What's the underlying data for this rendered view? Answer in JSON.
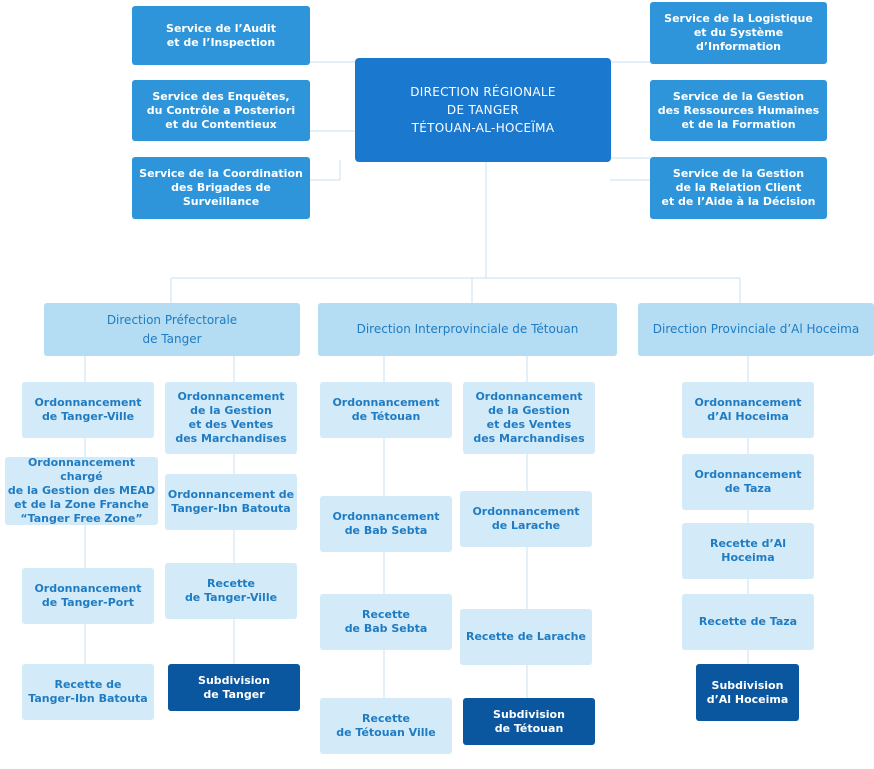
{
  "colors": {
    "service_box": "#2e95db",
    "head_box": "#1b78cf",
    "direction_box": "#b4dcf3",
    "unit_box": "#d3eaf8",
    "subdivision_box": "#0a57a0",
    "connector": "#c9e2f1",
    "unit_text": "#1f7cc3"
  },
  "head": {
    "label": "DIRECTION RÉGIONALE\nDE TANGER\nTÉTOUAN-AL-HOCEÏMA"
  },
  "services_left": [
    "Service de l’Audit\net de l’Inspection",
    "Service des Enquêtes,\ndu Contrôle a Posteriori\net du Contentieux",
    "Service de la Coordination\ndes Brigades de Surveillance"
  ],
  "services_right": [
    "Service de la Logistique\net du Système d’Information",
    "Service de la Gestion\ndes Ressources Humaines\net de la Formation",
    "Service de la Gestion\nde la Relation Client\net de l’Aide à la Décision"
  ],
  "directions": {
    "tanger": {
      "title": "Direction Préfectorale\nde Tanger",
      "col1": [
        "Ordonnancement\nde Tanger-Ville",
        "Ordonnancement chargé\nde la Gestion des MEAD\net de la Zone Franche\n“Tanger Free Zone”",
        "Ordonnancement\nde Tanger-Port",
        "Recette de\nTanger-Ibn Batouta"
      ],
      "col2": [
        "Ordonnancement\nde la Gestion\net des Ventes\ndes Marchandises",
        "Ordonnancement de\nTanger-Ibn Batouta",
        "Recette\nde Tanger-Ville"
      ],
      "subdivision": "Subdivision\nde Tanger"
    },
    "tetouan": {
      "title": "Direction Interprovinciale de Tétouan",
      "col1": [
        "Ordonnancement\nde Tétouan",
        "Ordonnancement\nde Bab Sebta",
        "Recette\nde Bab Sebta",
        "Recette\nde Tétouan Ville"
      ],
      "col2": [
        "Ordonnancement\nde la Gestion\net des Ventes\ndes Marchandises",
        "Ordonnancement\nde Larache",
        "Recette de Larache"
      ],
      "subdivision": "Subdivision\nde Tétouan"
    },
    "alhoceima": {
      "title": "Direction Provinciale d’Al Hoceima",
      "col1": [
        "Ordonnancement\nd’Al Hoceima",
        "Ordonnancement\nde Taza",
        "Recette d’Al Hoceima",
        "Recette de Taza"
      ],
      "subdivision": "Subdivision\nd’Al Hoceima"
    }
  }
}
